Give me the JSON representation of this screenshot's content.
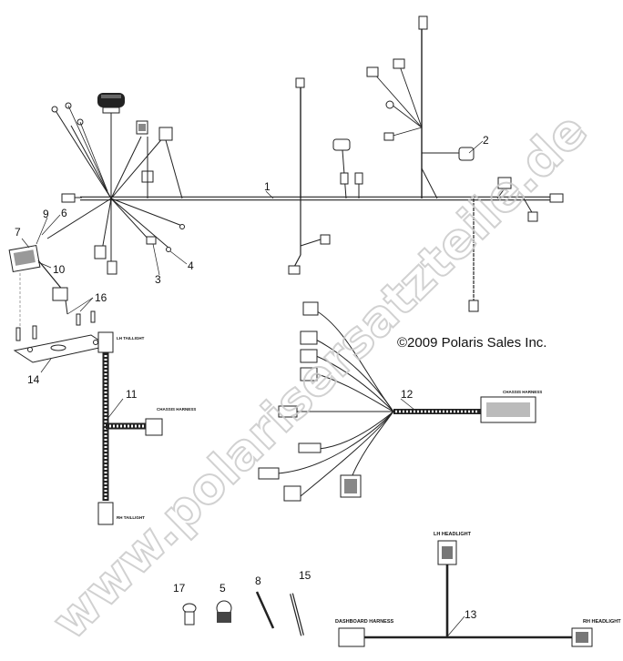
{
  "copyright": "©2009 Polaris Sales Inc.",
  "watermark": "www.polarisersatzteile.de",
  "callouts": [
    "1",
    "2",
    "3",
    "4",
    "5",
    "6",
    "7",
    "8",
    "9",
    "10",
    "11",
    "12",
    "13",
    "14",
    "15",
    "16",
    "17"
  ],
  "connector_labels": {
    "taillight_lh": "LH TAILLIGHT",
    "chassis_harness_11": "CHASSIS HARNESS",
    "taillight_rh": "RH TAILLIGHT",
    "chassis_harness_12": "CHASSIS HARNESS",
    "lh_headlight": "LH HEADLIGHT",
    "rh_headlight": "RH HEADLIGHT",
    "dashboard_harness": "DASHBOARD HARNESS"
  }
}
